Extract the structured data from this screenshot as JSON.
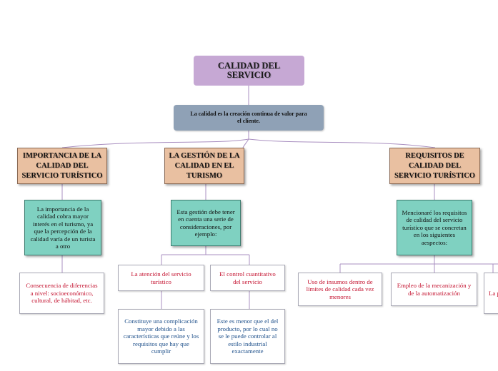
{
  "root": {
    "title": "CALIDAD DEL SERVICIO"
  },
  "definition": {
    "text": "La calidad es la creación continua de valor para el cliente."
  },
  "branches": {
    "importancia": {
      "title": "IMPORTANCIA DE LA CALIDAD DEL SERVICIO TURÍSTICO",
      "description": "La importancia de la calidad cobra mayor interés en el turismo, ya que la percepción de la calidad varía de un turista a otro",
      "consequence": "Consecuencia de diferencias  a nivel: socioeconómico, cultural, de hábitad, etc."
    },
    "gestion": {
      "title": "LA GESTIÓN DE LA CALIDAD EN EL TURISMO",
      "description": "Esta gestión debe tener en cuenta una serie de consideraciones, por ejemplo:",
      "considerations": [
        {
          "title": "La atención del servicio turístico",
          "detail": "Constituye una complicación mayor debido a las características que reúne y los requisitos que hay que cumplir"
        },
        {
          "title": "El control cuantitativo del servicio",
          "detail": "Este es menor que el del producto, por lo cual no se le puede controlar al estilo industrial exactamente"
        }
      ]
    },
    "requisitos": {
      "title": "REQUISITOS DE CALIDAD DEL SERVICIO TURÍSTICO",
      "description": "Mencionaré los requisitos de calidad del servicio turístico que se concretan en los siguientes aespectos:",
      "items": [
        "Uso de insumos dentro de límites de calidad  cada vez menores",
        "Empleo de la mecanización y de la automatización",
        "La p"
      ]
    }
  },
  "colors": {
    "root": "#c6a8d4",
    "definition": "#8fa1b6",
    "category": "#e9c0a1",
    "description": "#7fd1c1",
    "connector": "#a98fc0",
    "red_text": "#c4122f",
    "blue_text": "#1d4f8a"
  }
}
